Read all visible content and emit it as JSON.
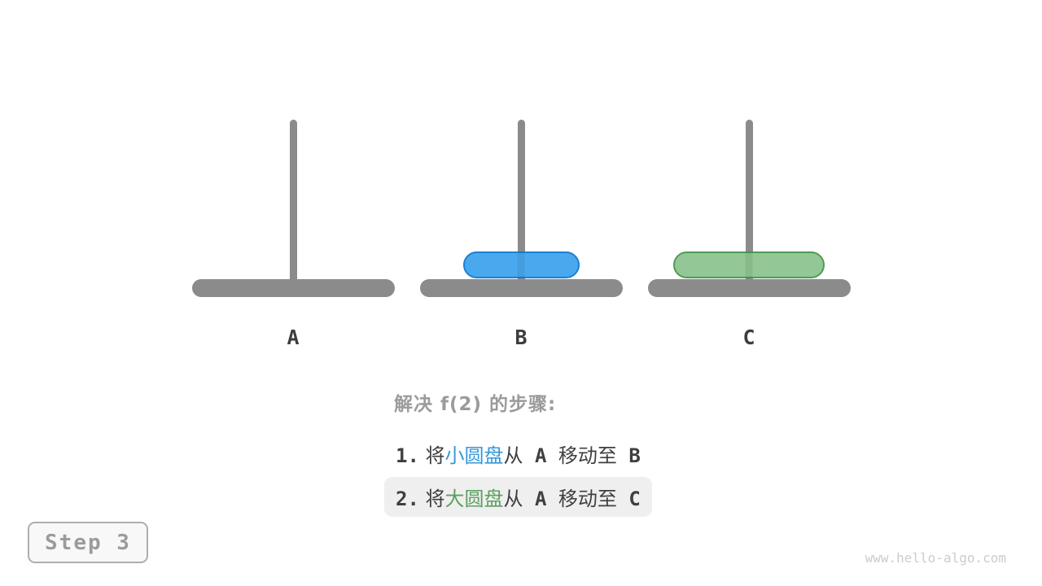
{
  "colors": {
    "bg": "#ffffff",
    "peg_gray": "#8b8b8b",
    "label_dark": "#3d3d3d",
    "text_dark": "#3f3f3f",
    "heading_gray": "#9b9b9b",
    "highlight_bg": "#efefef",
    "small_disk_fill": "#4aa9ee",
    "small_disk_border": "#1a80d4",
    "large_disk_fill": "#93c795",
    "large_disk_border": "#4f9b55",
    "blue_text": "#3598db",
    "green_text": "#5ba05e",
    "badge_bg": "#f8f8f8",
    "badge_border": "#aeaeae",
    "badge_text": "#9b9b9b",
    "watermark_gray": "#cccccc"
  },
  "pegs": [
    {
      "label": "A",
      "disk": null
    },
    {
      "label": "B",
      "disk": "small"
    },
    {
      "label": "C",
      "disk": "large"
    }
  ],
  "steps": {
    "heading": "解决 f(2) 的步骤:",
    "items": [
      {
        "num": "1.",
        "verb": "将",
        "disk": "小圆盘",
        "disk_color": "blue",
        "mid": "从",
        "from": " A ",
        "move": "移动至",
        "to": " B",
        "highlighted": false
      },
      {
        "num": "2.",
        "verb": "将",
        "disk": "大圆盘",
        "disk_color": "green",
        "mid": "从",
        "from": " A ",
        "move": "移动至",
        "to": " C",
        "highlighted": true
      }
    ]
  },
  "step_badge": "Step 3",
  "watermark": "www.hello-algo.com"
}
